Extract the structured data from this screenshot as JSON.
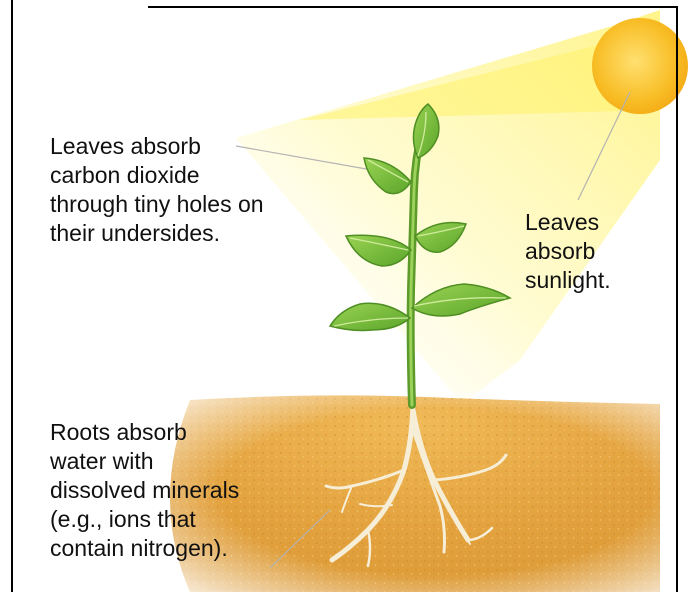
{
  "labels": {
    "leaves_co2": [
      "Leaves absorb",
      "carbon dioxide",
      "through tiny holes on",
      "their undersides."
    ],
    "leaves_sunlight": [
      "Leaves",
      "absorb",
      "sunlight."
    ],
    "roots_water": [
      "Roots absorb",
      "water with",
      "dissolved minerals",
      "(e.g., ions that",
      "contain nitrogen)."
    ]
  },
  "colors": {
    "sun": "#f7b81c",
    "sunlight_beam": "#fff59a",
    "soil": "#e3a33d",
    "leaf": "#7bc23f",
    "stem": "#5c9a2a",
    "roots": "#f4ead2",
    "leader_line": "#b8b8b8"
  },
  "icons": {
    "sun": "sun-icon",
    "plant": "plant-icon"
  }
}
